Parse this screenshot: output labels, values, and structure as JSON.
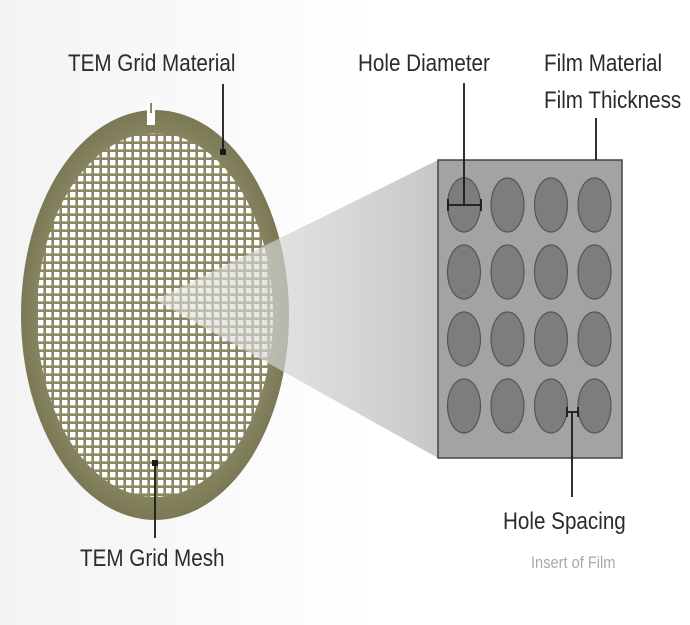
{
  "labels": {
    "grid_material": "TEM Grid Material",
    "grid_mesh": "TEM Grid Mesh",
    "hole_diameter": "Hole Diameter",
    "film_material": "Film Material",
    "film_thickness": "Film Thickness",
    "hole_spacing": "Hole Spacing",
    "insert_caption": "Insert of Film"
  },
  "colors": {
    "grid_rim": "#8a8762",
    "grid_rim_dark": "#6f6c4e",
    "mesh_hole": "#ffffff",
    "film_background": "#a3a3a3",
    "film_hole": "#7d7d7d",
    "zoom_beam": "#cfcfcf",
    "leader_line": "#1a1a1a"
  },
  "film_insert": {
    "hole_rows": 4,
    "hole_columns": 4
  }
}
